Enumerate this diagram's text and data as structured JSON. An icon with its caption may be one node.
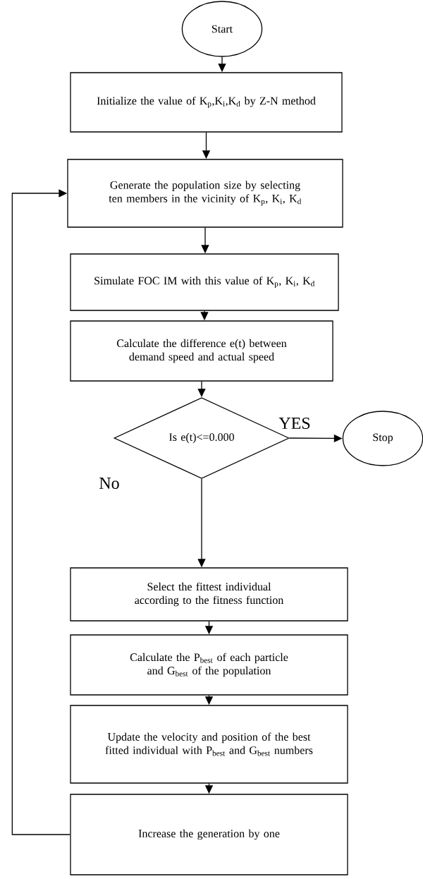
{
  "diagram": {
    "nodes": [
      {
        "text": [
          "Start"
        ]
      },
      {
        "text": [
          "Initialize the value of K$_{p}$,K$_{i}$,K$_{d}$ by Z-N method"
        ]
      },
      {
        "text": [
          "Generate the population size by selecting ten members in the vicinity of K$_{p}$, K$_{i}$, K$_{d}$"
        ]
      },
      {
        "text": [
          "Simulate FOC IM with this value of K$_{p}$, K$_{i}$, K$_{d}$"
        ]
      },
      {
        "text": [
          "Calculate the difference e(t) between demand speed and actual speed"
        ]
      },
      {
        "text": [
          "Is e(t)<=0.000"
        ]
      },
      {
        "text": [
          "Stop"
        ]
      },
      {
        "text": [
          "Select the fittest individual according to the fitness function"
        ]
      },
      {
        "text": [
          "Calculate the P$_{best}$ of each particle and G$_{best}$ of the population"
        ]
      },
      {
        "text": [
          "Update the velocity and position of the best fitted individual with P$_{best}$ and G$_{best}$ numbers"
        ]
      },
      {
        "text": [
          "Increase the generation by one"
        ]
      }
    ],
    "edges": [
      {
        "from": 0,
        "to": 1,
        "arrow": "to"
      },
      {
        "from": 1,
        "to": 2,
        "arrow": "to"
      },
      {
        "from": 2,
        "to": 3,
        "arrow": "to"
      },
      {
        "from": 3,
        "to": 4,
        "arrow": "to"
      },
      {
        "from": 4,
        "to": 5,
        "arrow": "to"
      },
      {
        "from": 5,
        "to": 6,
        "arrow": "to",
        "label": "YES"
      },
      {
        "from": 5,
        "to": 7,
        "arrow": "to",
        "label": "No"
      },
      {
        "from": 7,
        "to": 8,
        "arrow": "to"
      },
      {
        "from": 8,
        "to": 9,
        "arrow": "to"
      },
      {
        "from": 9,
        "to": 10,
        "arrow": "to"
      },
      {
        "from": 10,
        "to": 2,
        "arrow": "to"
      }
    ]
  }
}
